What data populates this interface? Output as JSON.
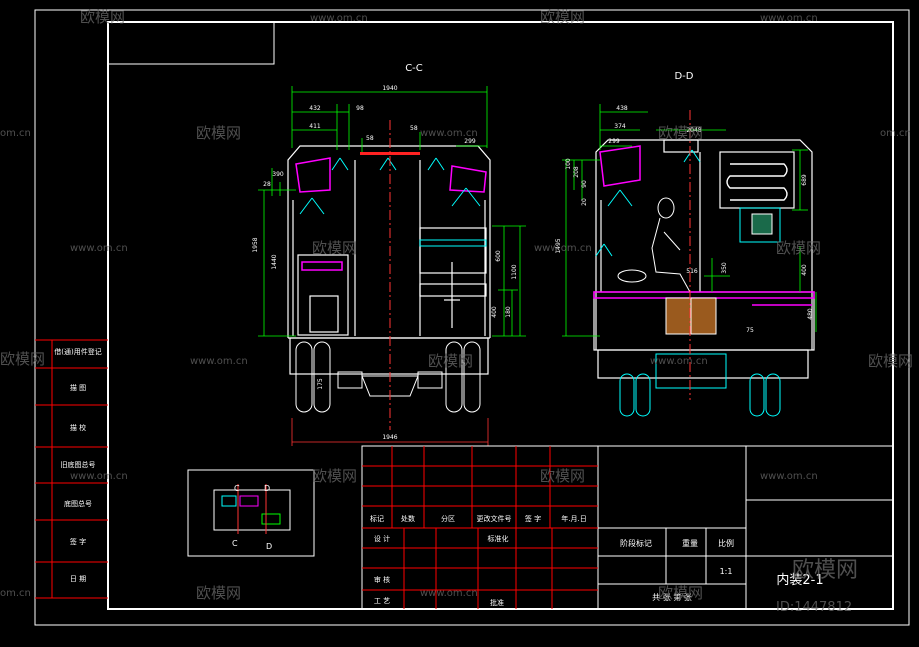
{
  "views": {
    "left_label": "C-C",
    "right_label": "D-D"
  },
  "dimensions": {
    "cc_top_width": "1940",
    "cc_d432": "432",
    "cc_d98": "98",
    "cc_d411": "411",
    "cc_d58a": "58",
    "cc_d58b": "58",
    "cc_d299": "299",
    "cc_d28": "28",
    "cc_d390": "390",
    "cc_h1958": "1958",
    "cc_h1440": "1440",
    "cc_d600": "600",
    "cc_d1100": "1100",
    "cc_d400": "400",
    "cc_d180": "180",
    "cc_d175": "175",
    "cc_bottom_width": "1946",
    "dd_d438": "438",
    "dd_d374": "374",
    "dd_d2048": "2048",
    "dd_d299": "299",
    "dd_d100": "100",
    "dd_d208": "208",
    "dd_d90": "90",
    "dd_d20": "20",
    "dd_d1495": "1495",
    "dd_d689": "689",
    "dd_d516": "516",
    "dd_d350": "350",
    "dd_d400": "400",
    "dd_d480": "480",
    "dd_d75": "75"
  },
  "left_strip": {
    "rows": [
      "借(通)用件登记",
      "描 图",
      "描 校",
      "旧底图总号",
      "底图总号",
      "签 字",
      "日 期"
    ]
  },
  "keymap": {
    "labels": [
      "C",
      "D",
      "C",
      "D"
    ]
  },
  "title_block": {
    "row_headers": [
      "标记",
      "处数",
      "分区",
      "更改文件号",
      "签 字",
      "年.月.日"
    ],
    "design": "设 计",
    "standardize": "标准化",
    "review": "审 核",
    "process": "工 艺",
    "approve": "批准",
    "stage_mark": "阶段标记",
    "weight": "重量",
    "scale": "比例",
    "scale_value": "1:1",
    "sheet_info": "共 张  第 张",
    "drawing_name": "内装2-1"
  },
  "watermarks": {
    "brand": "欧模网",
    "url": "www.om.cn",
    "url_short": "om.cn",
    "id": "ID:1447812"
  },
  "colors": {
    "background": "#000000",
    "frame": "#ffffff",
    "dimension": "#00ff00",
    "cyan": "#00ffff",
    "magenta": "#ff00ff",
    "red": "#ff0000",
    "brown": "#9a5a1e"
  }
}
